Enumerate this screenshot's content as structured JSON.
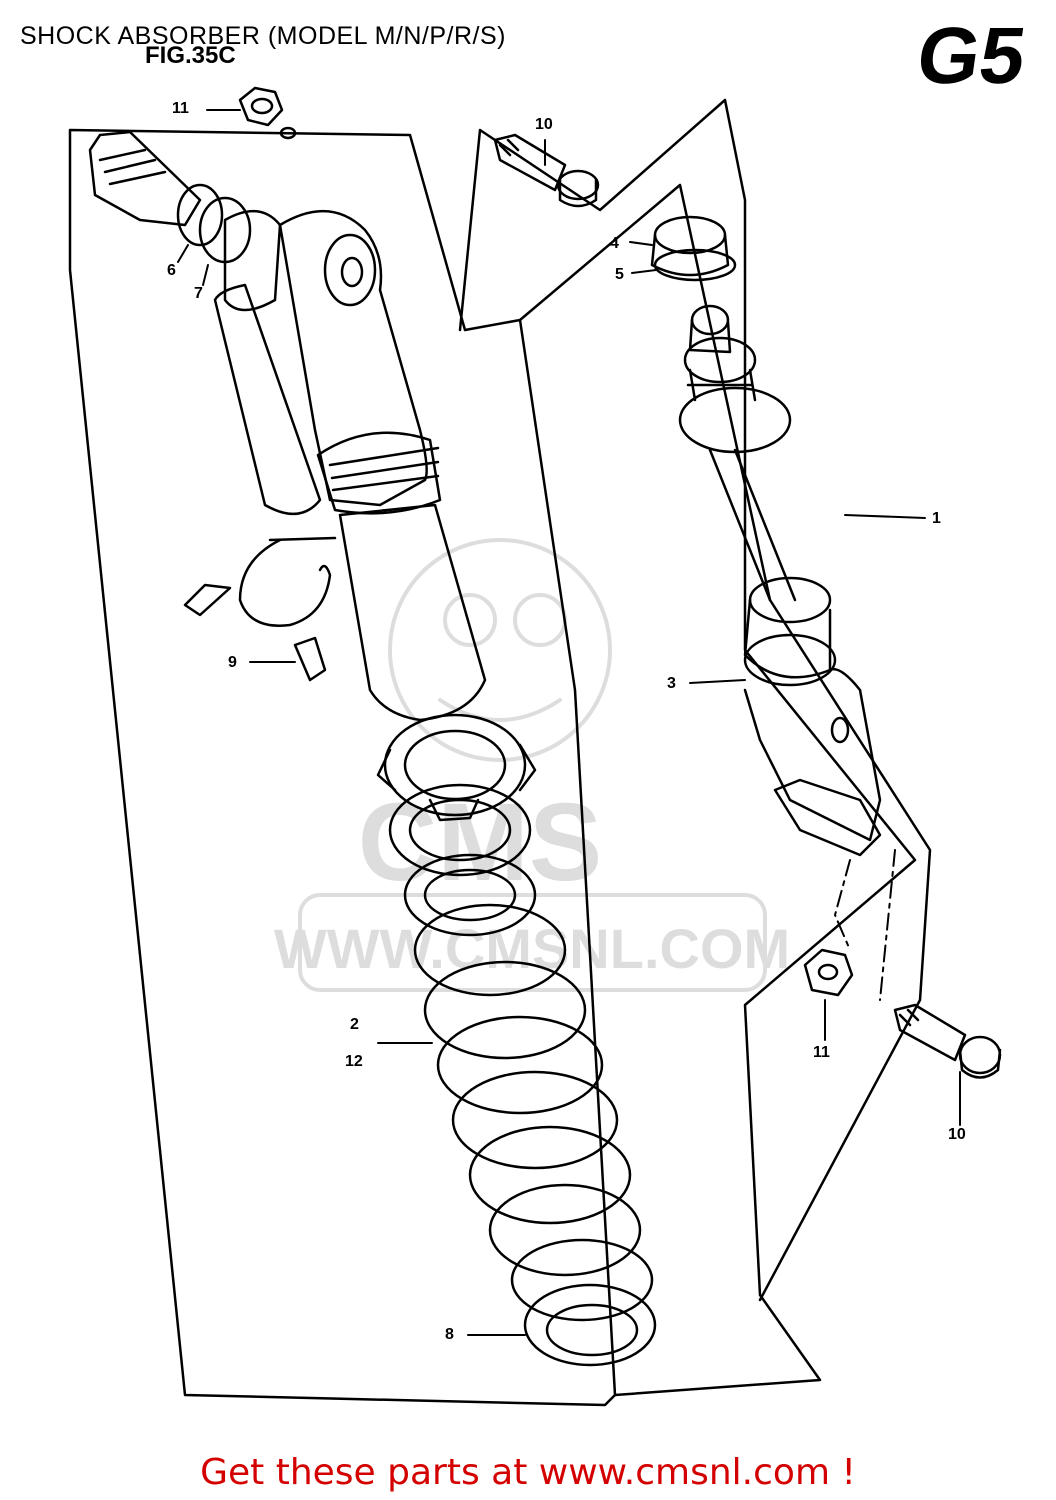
{
  "header": {
    "title": "SHOCK ABSORBER (MODEL M/N/P/R/S)",
    "figure": "FIG.35C",
    "section_code": "G5"
  },
  "watermark": {
    "brand": "CMS",
    "url": "WWW.CMSNL.COM"
  },
  "callouts": [
    {
      "id": "c11a",
      "label": "11"
    },
    {
      "id": "c10a",
      "label": "10"
    },
    {
      "id": "c6",
      "label": "6"
    },
    {
      "id": "c7",
      "label": "7"
    },
    {
      "id": "c4",
      "label": "4"
    },
    {
      "id": "c5",
      "label": "5"
    },
    {
      "id": "c1",
      "label": "1"
    },
    {
      "id": "c9",
      "label": "9"
    },
    {
      "id": "c3",
      "label": "3"
    },
    {
      "id": "c2",
      "label": "2"
    },
    {
      "id": "c12",
      "label": "12"
    },
    {
      "id": "c11b",
      "label": "11"
    },
    {
      "id": "c10b",
      "label": "10"
    },
    {
      "id": "c8",
      "label": "8"
    }
  ],
  "footer": {
    "text": "Get these parts at www.cmsnl.com !",
    "color": "#d40000"
  }
}
